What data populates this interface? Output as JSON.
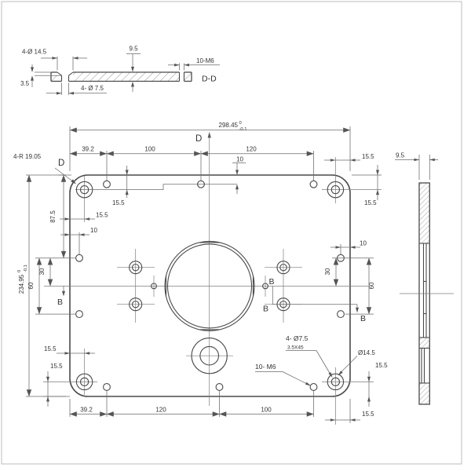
{
  "section_view_dd": {
    "countersink_holes": "4-Ø 14.5",
    "thickness": "9.5",
    "tapped_holes": "10-M6",
    "countersink_depth": "3.5",
    "through_holes": "4- Ø 7.5",
    "view_label": "D-D"
  },
  "plan_view": {
    "overall_width": "298.45",
    "overall_height": "234.95",
    "tolerance_upper": "0",
    "tolerance_lower": "-0.1",
    "corner_radius": "4-R 19.05",
    "section_mark_d": "D",
    "section_mark_b": "B",
    "dim_39_2": "39.2",
    "dim_100": "100",
    "dim_120": "120",
    "dim_15_5": "15.5",
    "dim_10": "10",
    "dim_87_5": "87.5",
    "dim_30": "30",
    "dim_60": "60",
    "note_through_holes": "4- Ø7.5",
    "note_chamfer": "3.5X45",
    "note_countersink_dia": "Ø14.5",
    "note_tapped_holes": "10- M6"
  },
  "side_view": {
    "thickness": "9.5"
  }
}
